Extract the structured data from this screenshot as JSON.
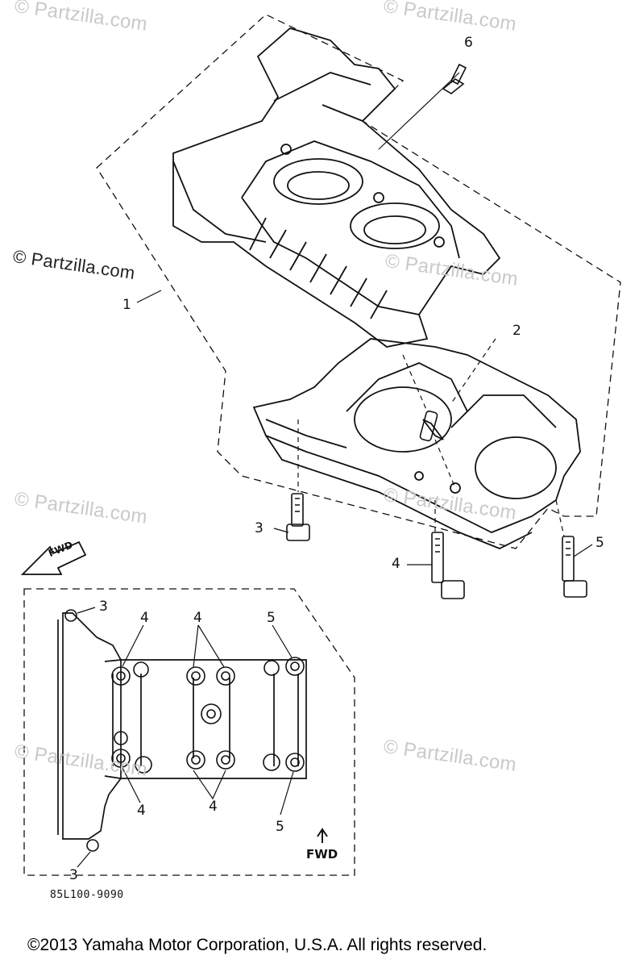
{
  "watermarks": [
    "© Partzilla.com",
    "© Partzilla.com",
    "© Partzilla.com",
    "© Partzilla.com",
    "© Partzilla.com",
    "© Partzilla.com",
    "© Partzilla.com"
  ],
  "watermark_dark": "© Partzilla.com",
  "callouts": {
    "c1": "1",
    "c2": "2",
    "c3": "3",
    "c4": "4",
    "c5": "5",
    "c6": "6",
    "d3a": "3",
    "d4a": "4",
    "d4b": "4",
    "d5a": "5",
    "d4c": "4",
    "d4d": "4",
    "d5b": "5",
    "d3b": "3"
  },
  "fwd_label_top": "FWD",
  "fwd_label_bottom": "FWD",
  "diagram_code": "85L100-9090",
  "copyright": "©2013 Yamaha Motor Corporation, U.S.A. All rights reserved."
}
